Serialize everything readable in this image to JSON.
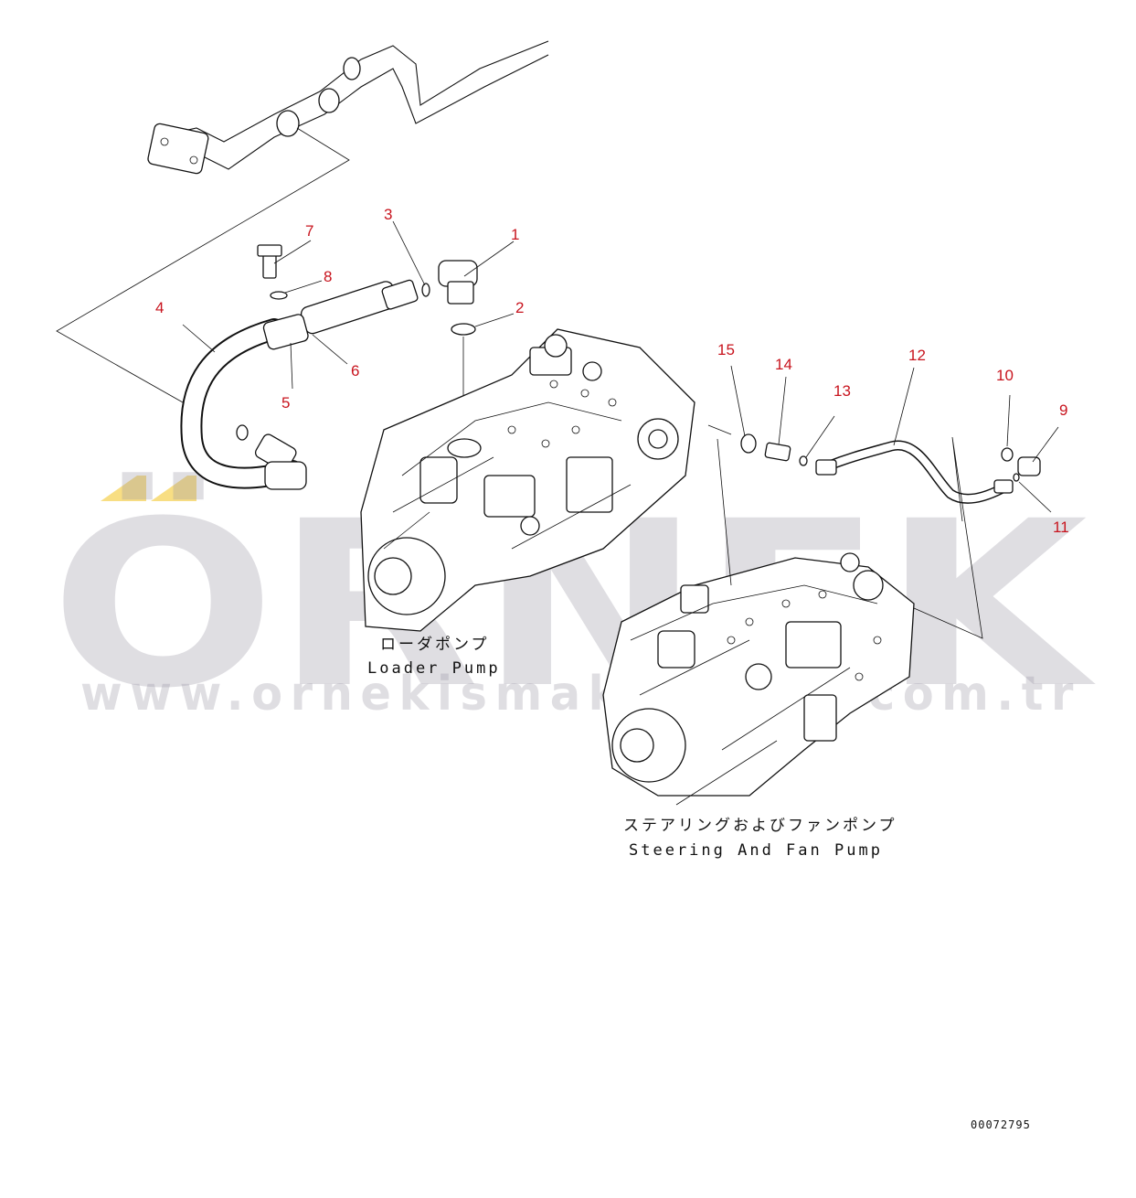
{
  "watermark": {
    "brand": "ÖRNEK",
    "url": "www.ornekismakinalari.com.tr",
    "accent_color": "#f5d35a"
  },
  "callouts": [
    "1",
    "2",
    "3",
    "4",
    "5",
    "6",
    "7",
    "8",
    "9",
    "10",
    "11",
    "12",
    "13",
    "14",
    "15"
  ],
  "captions": {
    "loader_jp": "ローダポンプ",
    "loader_en": "Loader Pump",
    "steering_jp": "ステアリングおよびファンポンプ",
    "steering_en": "Steering And Fan Pump"
  },
  "drawing_code": "00072795",
  "colors": {
    "callout": "#c8141e",
    "linework": "#111111",
    "watermark": "#9e9aa8"
  }
}
